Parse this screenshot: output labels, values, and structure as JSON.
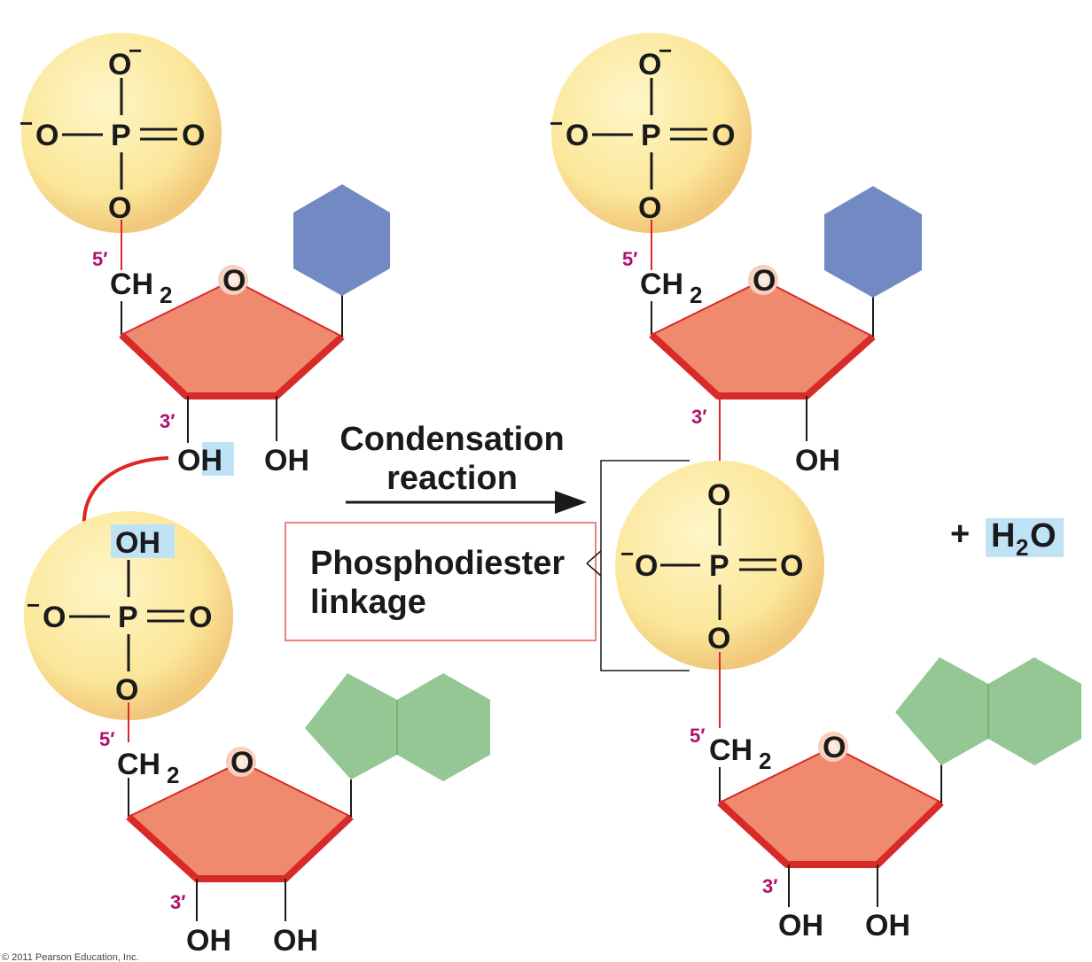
{
  "atoms": {
    "o_minus": "O",
    "minus": "−",
    "o": "O",
    "p": "P",
    "oh": "OH",
    "ch": "CH",
    "sub2": "2",
    "ring_o": "O"
  },
  "primes": {
    "five": "5′",
    "three": "3′"
  },
  "labels": {
    "condensation_line1": "Condensation",
    "condensation_line2": "reaction",
    "phosphodiester_line1": "Phosphodiester",
    "phosphodiester_line2": "linkage",
    "plus": "+",
    "h2o_h": "H",
    "h2o_sub": "2",
    "h2o_o": "O",
    "copyright": "© 2011 Pearson Education, Inc."
  },
  "colors": {
    "phosphate_fill": "#fbe79a",
    "sugar_fill": "#f08a6e",
    "sugar_edge": "#d92a2a",
    "pyrimidine_fill": "#7389c4",
    "purine_fill": "#94c793",
    "highlight": "#bfe3f5",
    "arrow_red": "#e02424",
    "prime_magenta": "#b0106e",
    "linkage_box": "#f08080"
  }
}
